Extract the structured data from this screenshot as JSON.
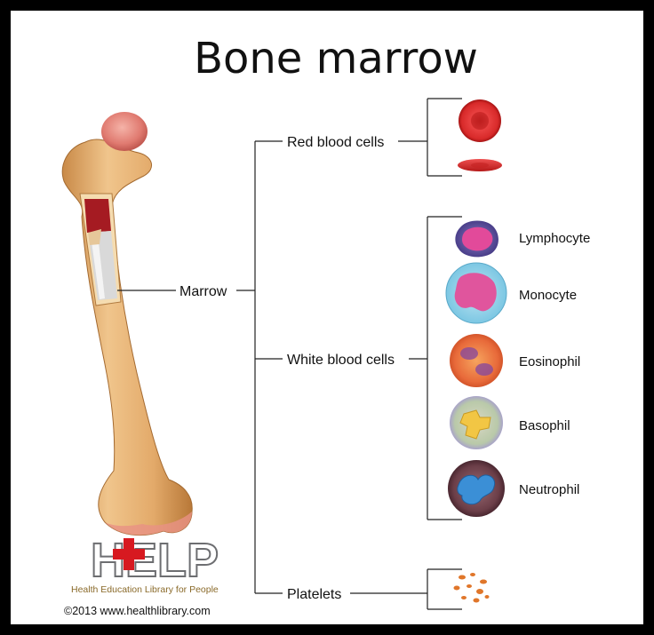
{
  "title": "Bone marrow",
  "labels": {
    "marrow": "Marrow",
    "red_blood_cells": "Red blood cells",
    "white_blood_cells": "White blood cells",
    "platelets": "Platelets"
  },
  "white_cells": {
    "lymphocyte": "Lymphocyte",
    "monocyte": "Monocyte",
    "eosinophil": "Eosinophil",
    "basophil": "Basophil",
    "neutrophil": "Neutrophil"
  },
  "logo": {
    "letters": "HELP",
    "tagline": "Health Education Library for People"
  },
  "copyright": "©2013 www.healthlibrary.com",
  "colors": {
    "bone": "#e0a867",
    "red_cell": "#d42a2a",
    "logo_red": "#d71920",
    "logo_gray": "#6d6e71"
  }
}
